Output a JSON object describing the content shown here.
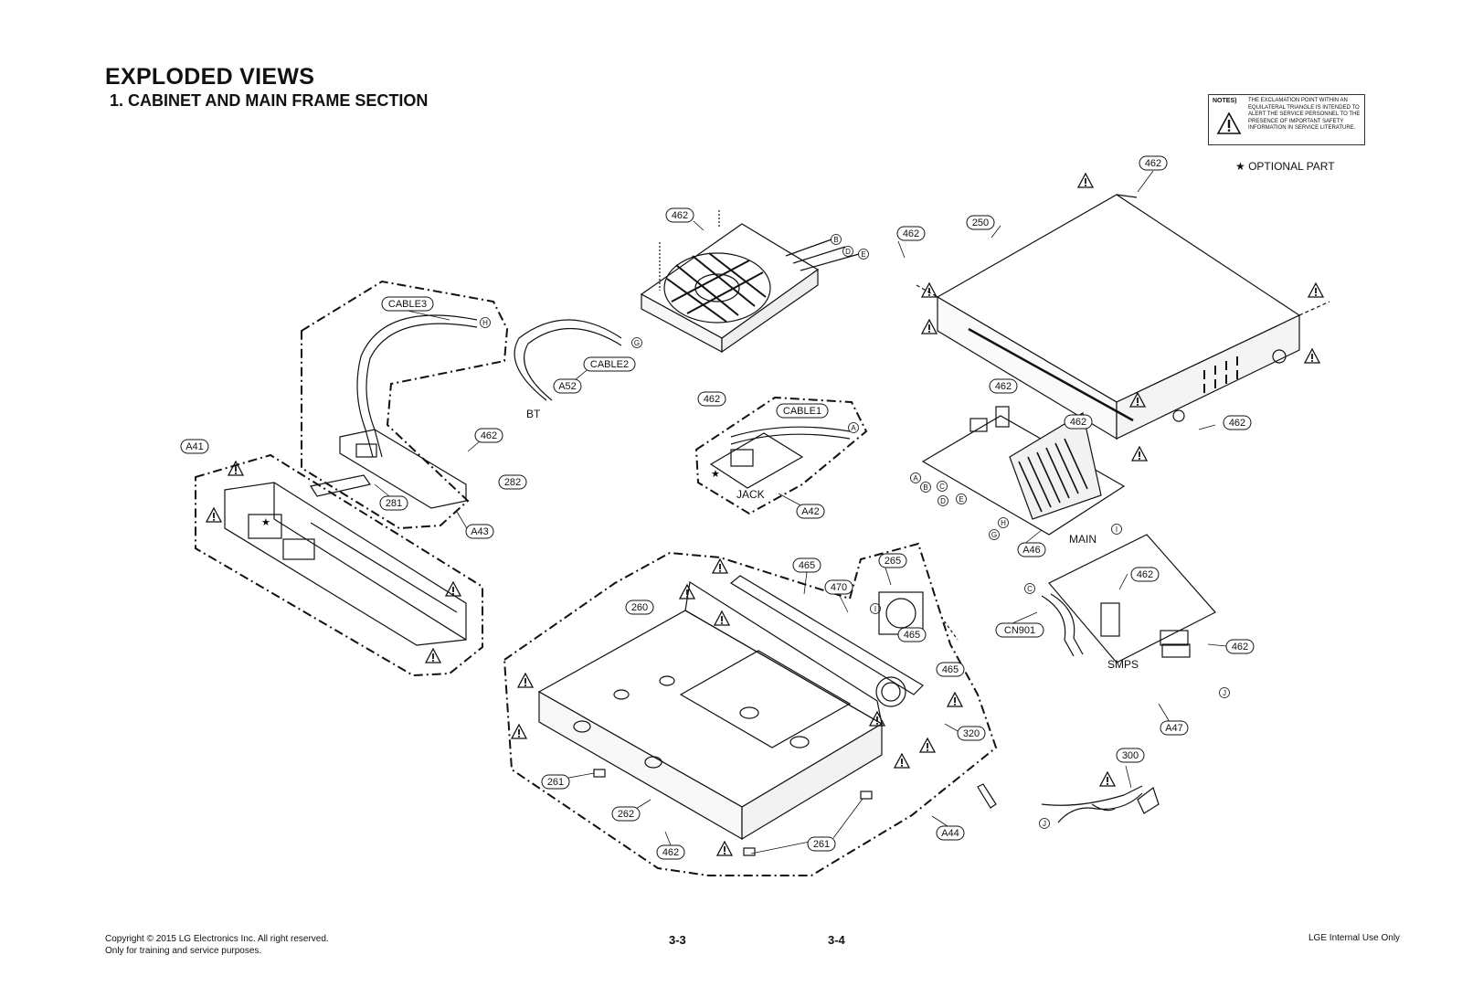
{
  "header": {
    "title": "EXPLODED VIEWS",
    "subtitle": "1. CABINET AND MAIN FRAME SECTION"
  },
  "notes": {
    "label": "NOTES)",
    "text": "THE EXCLAMATION POINT WITHIN AN EQUILATERAL TRIANGLE IS INTENDED TO ALERT THE SERVICE PERSONNEL TO THE PRESENCE OF IMPORTANT SAFETY INFORMATION IN SERVICE LITERATURE."
  },
  "legend": {
    "optional_part": "★  OPTIONAL PART"
  },
  "part_labels": {
    "p462_top_right": "462",
    "p250": "250",
    "p462_cover_left": "462",
    "p462_cover_right": "462",
    "p462_loader": "462",
    "cable3": "CABLE3",
    "cable2": "CABLE2",
    "a52": "A52",
    "p462_front": "462",
    "p282": "282",
    "p281": "281",
    "a43": "A43",
    "a41": "A41",
    "p462_jack": "462",
    "cable1": "CABLE1",
    "a42": "A42",
    "p462_main_a": "462",
    "p462_main_b": "462",
    "a46": "A46",
    "p465_a": "465",
    "p470": "470",
    "p265": "265",
    "p465_b": "465",
    "p465_c": "465",
    "p260": "260",
    "p320": "320",
    "p261_a": "261",
    "p262": "262",
    "p462_chassis": "462",
    "p261_b": "261",
    "a44": "A44",
    "p462_smps_a": "462",
    "cn901": "CN901",
    "p462_smps_b": "462",
    "a47": "A47",
    "p300": "300"
  },
  "text_labels": {
    "bt": "BT",
    "jack": "JACK",
    "main": "MAIN",
    "smps": "SMPS"
  },
  "connectors": [
    "A",
    "B",
    "C",
    "D",
    "E",
    "G",
    "H",
    "I",
    "J"
  ],
  "footer": {
    "copyright": "Copyright © 2015 LG Electronics Inc. All right reserved.",
    "purpose": "Only for training and service purposes.",
    "page_left": "3-3",
    "page_right": "3-4",
    "internal": "LGE Internal Use Only"
  }
}
